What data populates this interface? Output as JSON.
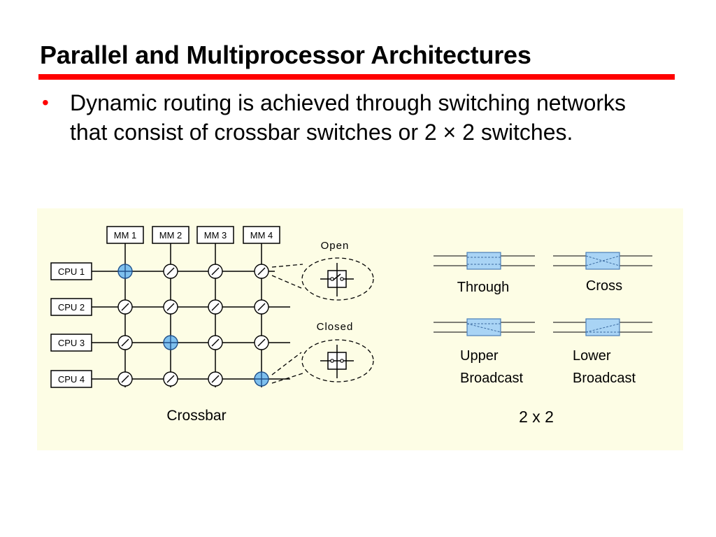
{
  "slide": {
    "title": "Parallel and Multiprocessor Architectures",
    "bullet_marker": "•",
    "bullet_text": "Dynamic routing is achieved through switching networks that consist of crossbar switches or 2 × 2 switches."
  },
  "colors": {
    "title_rule": "#ff0000",
    "bullet": "#ff0000",
    "figure_background": "#fdfde5",
    "switch_blue": "#7ec0ee"
  },
  "crossbar": {
    "memories": [
      "MM 1",
      "MM 2",
      "MM 3",
      "MM 4"
    ],
    "cpus": [
      "CPU 1",
      "CPU 2",
      "CPU 3",
      "CPU 4"
    ],
    "closed_switches": [
      [
        1,
        1
      ],
      [
        3,
        2
      ],
      [
        4,
        4
      ]
    ],
    "open_label": "Open",
    "closed_label": "Closed",
    "caption": "Crossbar"
  },
  "two_by_two": {
    "states": {
      "through": "Through",
      "cross": "Cross",
      "upper_line1": "Upper",
      "upper_line2": "Broadcast",
      "lower_line1": "Lower",
      "lower_line2": "Broadcast"
    },
    "caption": "2 x 2"
  }
}
